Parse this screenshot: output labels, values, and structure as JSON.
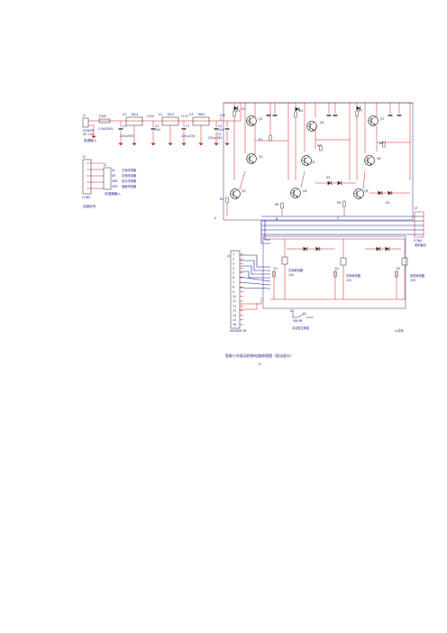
{
  "power_section": {
    "connector": "J1",
    "connector_model": "POWER",
    "input_spec": "DC 24V",
    "label": "电源输入",
    "fuse": "FUSE",
    "fuse_rating": "2.5A/250V",
    "regulators": [
      {
        "ref": "U1",
        "part": "7824"
      },
      {
        "ref": "U2",
        "part": "7812"
      },
      {
        "ref": "U3",
        "part": "7805"
      }
    ],
    "capacitors": [
      {
        "ref": "C1",
        "value": "220u/50V"
      },
      {
        "ref": "C2",
        "value": "104"
      },
      {
        "ref": "C3",
        "value": "220u/25V"
      },
      {
        "ref": "C4",
        "value": "104"
      },
      {
        "ref": "C5",
        "value": "220u/16V"
      }
    ],
    "rails": [
      "+24V",
      "+12V",
      "+5V"
    ]
  },
  "sensor_section": {
    "connector": "J2",
    "connector_model": "CON5",
    "signals": [
      "SL",
      "SR",
      "SEB",
      "SPD"
    ],
    "descriptions": [
      "左侧传感器",
      "右侧传感器",
      "前方传感器",
      "速度传感器"
    ],
    "label": "传感器输入",
    "section_title": "控制信号"
  },
  "drive_channels": [
    {
      "transistors": [
        "Q1",
        "Q2",
        "Q3"
      ],
      "resistors": [
        "R1",
        "R2",
        "R3"
      ],
      "diode": "D1",
      "out": "A"
    },
    {
      "transistors": [
        "Q4",
        "Q5",
        "Q6"
      ],
      "resistors": [
        "R4",
        "R5",
        "R6"
      ],
      "diode": "D2",
      "out": "B"
    },
    {
      "transistors": [
        "Q7",
        "Q8",
        "Q9"
      ],
      "resistors": [
        "R7",
        "R8",
        "R9"
      ],
      "diode": "D3",
      "out": "C"
    }
  ],
  "motor_output": {
    "connector": "J3",
    "connector_model": "CON4",
    "label": "电机输出"
  },
  "controller": {
    "connector": "J4",
    "connector_model": "HEADER 16",
    "pins": [
      "1",
      "2",
      "3",
      "4",
      "5",
      "6",
      "7",
      "8",
      "9",
      "10",
      "11",
      "12",
      "13",
      "14",
      "15",
      "16"
    ]
  },
  "relay_channels": [
    {
      "relay": "K1",
      "label": "左转继电器",
      "coil": "12V"
    },
    {
      "relay": "K2",
      "label": "右转继电器",
      "coil": "12V"
    },
    {
      "relay": "K3",
      "label": "前进继电器",
      "coil": "12V"
    }
  ],
  "switch": {
    "ref": "S1",
    "part": "SW-PB",
    "label": "手动复位按键"
  },
  "ground_label": "公共地",
  "figure_caption": "智能小车驱动控制电路原理图（驱动部分）",
  "page_number": "12"
}
